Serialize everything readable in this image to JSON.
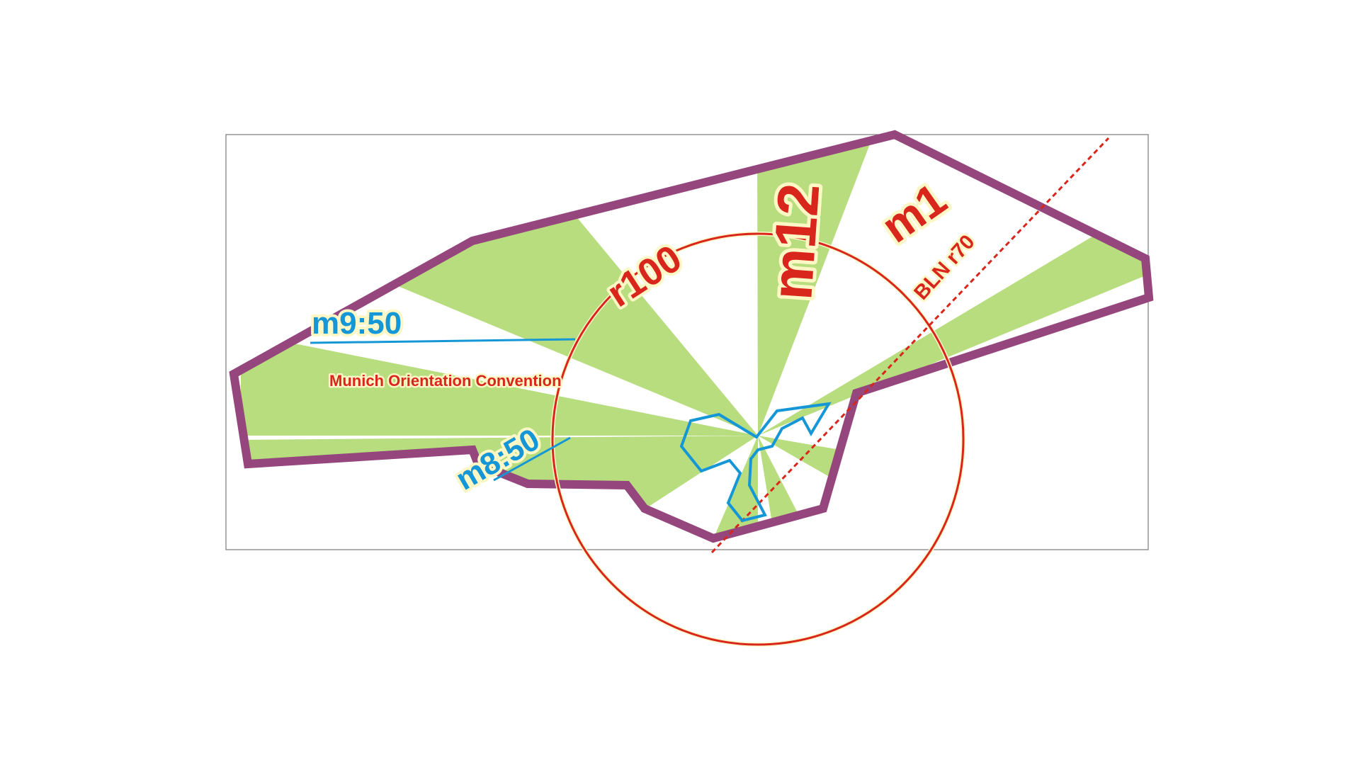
{
  "diagram": {
    "colors": {
      "sector_fill": "#b8dd7e",
      "boundary": "#95467d",
      "circle": "#d9261c",
      "bearing_line": "#d9261c",
      "blue": "#1596d6",
      "label_red": "#d9261c",
      "label_halo": "#fdf7c6"
    },
    "labels": {
      "m12": "m12",
      "m1": "m1",
      "r100": "r100",
      "bln_r70": "BLN r70",
      "m9_50": "m9:50",
      "m8_50": "m8:50",
      "title": "Munich Orientation Convention"
    }
  }
}
